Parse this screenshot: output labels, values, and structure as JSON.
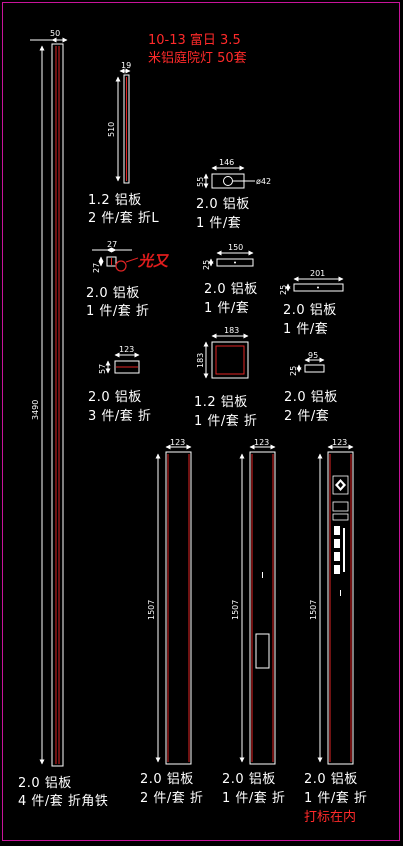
{
  "title": {
    "line1": "10-13 富日 3.5",
    "line2": "米铝庭院灯 50套"
  },
  "parts": {
    "pole": {
      "dim_width": "50",
      "dim_length": "3490",
      "label1": "2.0 铝板",
      "label2": "4 件/套 折角铁"
    },
    "strip_bent": {
      "dim_width": "19",
      "dim_length": "510",
      "label1": "1.2 铝板",
      "label2": "2 件/套 折L"
    },
    "plate_hole": {
      "dim_width": "146",
      "dim_height": "55",
      "dim_hole": "ø42",
      "label1": "2.0 铝板",
      "label2": "1 件/套"
    },
    "small_fold": {
      "dim_width": "27",
      "dim_height": "27",
      "label1": "2.0 铝板",
      "label2": "1 件/套 折"
    },
    "plate_150": {
      "dim_width": "150",
      "dim_height": "25",
      "label1": "2.0 铝板",
      "label2": "1 件/套"
    },
    "plate_201": {
      "dim_width": "201",
      "dim_height": "25",
      "label1": "2.0 铝板",
      "label2": "1 件/套"
    },
    "plate_123": {
      "dim_width": "123",
      "dim_height": "57",
      "label1": "2.0 铝板",
      "label2": "3 件/套 折"
    },
    "square_183": {
      "dim_width": "183",
      "dim_height": "183",
      "label1": "1.2 铝板",
      "label2": "1 件/套 折"
    },
    "plate_95": {
      "dim_width": "95",
      "dim_height": "25",
      "label1": "2.0 铝板",
      "label2": "2 件/套"
    },
    "panel_a": {
      "dim_width": "123",
      "dim_length": "1507",
      "label1": "2.0 铝板",
      "label2": "2 件/套 折"
    },
    "panel_b": {
      "dim_width": "123",
      "dim_length": "1507",
      "label1": "2.0 铝板",
      "label2": "1 件/套 折"
    },
    "panel_c": {
      "dim_width": "123",
      "dim_length": "1507",
      "label1": "2.0 铝板",
      "label2": "1 件/套 折",
      "note": "打标在内"
    }
  },
  "signature": "光又",
  "colors": {
    "background": "#000000",
    "frame": "#c8149a",
    "line": "#ffffff",
    "accent": "#e02424"
  }
}
